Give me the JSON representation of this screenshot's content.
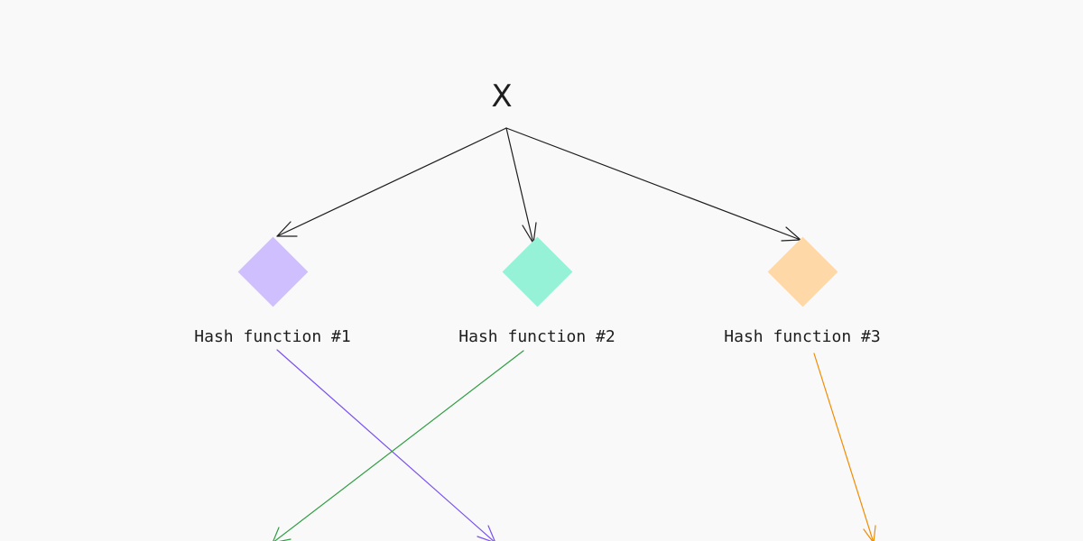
{
  "diagram": {
    "input_label": "X",
    "hash_functions": [
      {
        "label": "Hash function #1",
        "color": "#d0bfff",
        "output_color": "#7950f2"
      },
      {
        "label": "Hash function #2",
        "color": "#96f2d7",
        "output_color": "#2f9e44"
      },
      {
        "label": "Hash function #3",
        "color": "#ffd8a8",
        "output_color": "#f08c00"
      }
    ],
    "edge_color": "#1e1e1e"
  }
}
